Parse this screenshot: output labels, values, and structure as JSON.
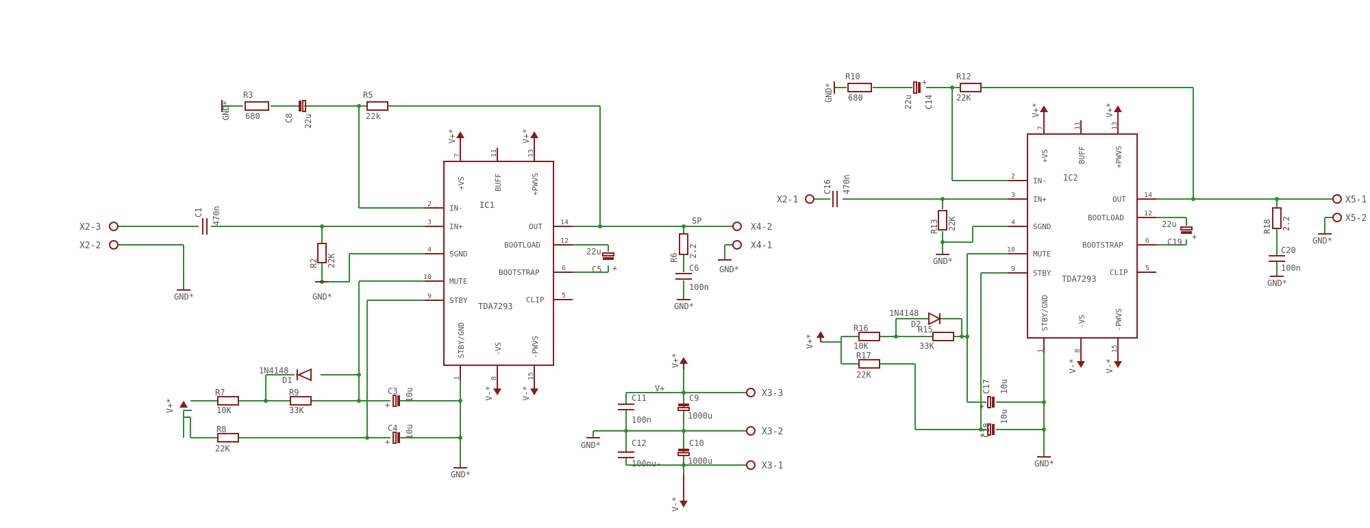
{
  "ic1": {
    "name": "IC1",
    "part": "TDA7293",
    "top_pins": [
      {
        "n": "7",
        "l": "+VS"
      },
      {
        "n": "11",
        "l": "BUFF"
      },
      {
        "n": "13",
        "l": "+PWVS"
      }
    ],
    "left_pins": [
      {
        "n": "2",
        "l": "IN-"
      },
      {
        "n": "3",
        "l": "IN+"
      },
      {
        "n": "4",
        "l": "SGND"
      },
      {
        "n": "10",
        "l": "MUTE"
      },
      {
        "n": "9",
        "l": "STBY"
      }
    ],
    "right_pins": [
      {
        "n": "14",
        "l": "OUT"
      },
      {
        "n": "12",
        "l": "BOOTLOAD"
      },
      {
        "n": "6",
        "l": "BOOTSTRAP"
      },
      {
        "n": "5",
        "l": "CLIP"
      }
    ],
    "bottom_pins": [
      {
        "n": "1",
        "l": "STBY/GND"
      },
      {
        "n": "8",
        "l": "-VS"
      },
      {
        "n": "15",
        "l": "-PWVS"
      }
    ]
  },
  "ic2": {
    "name": "IC2",
    "part": "TDA7293",
    "top_pins": [
      {
        "n": "7",
        "l": "+VS"
      },
      {
        "n": "11",
        "l": "BUFF"
      },
      {
        "n": "13",
        "l": "+PWVS"
      }
    ],
    "left_pins": [
      {
        "n": "2",
        "l": "IN-"
      },
      {
        "n": "3",
        "l": "IN+"
      },
      {
        "n": "4",
        "l": "SGND"
      },
      {
        "n": "10",
        "l": "MUTE"
      },
      {
        "n": "9",
        "l": "STBY"
      }
    ],
    "right_pins": [
      {
        "n": "14",
        "l": "OUT"
      },
      {
        "n": "12",
        "l": "BOOTLOAD"
      },
      {
        "n": "6",
        "l": "BOOTSTRAP"
      },
      {
        "n": "5",
        "l": "CLIP"
      }
    ],
    "bottom_pins": [
      {
        "n": "1",
        "l": "STBY/GND"
      },
      {
        "n": "8",
        "l": "-VS"
      },
      {
        "n": "15",
        "l": "-PWVS"
      }
    ]
  },
  "resistors": [
    {
      "ref": "R3",
      "val": "680"
    },
    {
      "ref": "R5",
      "val": "22k"
    },
    {
      "ref": "R2",
      "val": "22K"
    },
    {
      "ref": "R7",
      "val": "10K"
    },
    {
      "ref": "R9",
      "val": "33K"
    },
    {
      "ref": "R8",
      "val": "22K"
    },
    {
      "ref": "R6",
      "val": "2.2"
    },
    {
      "ref": "R10",
      "val": "680"
    },
    {
      "ref": "R12",
      "val": "22K"
    },
    {
      "ref": "R13",
      "val": "22K"
    },
    {
      "ref": "R16",
      "val": "10K"
    },
    {
      "ref": "R15",
      "val": "33K"
    },
    {
      "ref": "R17",
      "val": "22K"
    },
    {
      "ref": "R18",
      "val": "2.2"
    }
  ],
  "capacitors": [
    {
      "ref": "C8",
      "val": "22u"
    },
    {
      "ref": "C1",
      "val": "470n"
    },
    {
      "ref": "C5",
      "val": "22u"
    },
    {
      "ref": "C6",
      "val": "100n"
    },
    {
      "ref": "C3",
      "val": "10u"
    },
    {
      "ref": "C4",
      "val": "10u"
    },
    {
      "ref": "C11",
      "val": "100n"
    },
    {
      "ref": "C9",
      "val": "1000u"
    },
    {
      "ref": "C12",
      "val": "100nu-"
    },
    {
      "ref": "C10",
      "val": "1000u"
    },
    {
      "ref": "C14",
      "val": "22u"
    },
    {
      "ref": "C16",
      "val": "470n"
    },
    {
      "ref": "C19",
      "val": "22u"
    },
    {
      "ref": "C20",
      "val": "100n"
    },
    {
      "ref": "C17",
      "val": "10u"
    },
    {
      "ref": "C18",
      "val": "10u"
    }
  ],
  "diodes": [
    {
      "ref": "D1",
      "val": "1N4148"
    },
    {
      "ref": "D2",
      "val": "1N4148"
    }
  ],
  "connectors": [
    "X2-3",
    "X2-2",
    "X4-2",
    "X4-1",
    "X3-3",
    "X3-2",
    "X3-1",
    "X2-1",
    "X5-1",
    "X5-2"
  ],
  "supplies": {
    "gnd": "GND*",
    "vpos": "V+*",
    "vneg": "V-*",
    "vplus_net": "V+",
    "sp_net": "SP"
  }
}
